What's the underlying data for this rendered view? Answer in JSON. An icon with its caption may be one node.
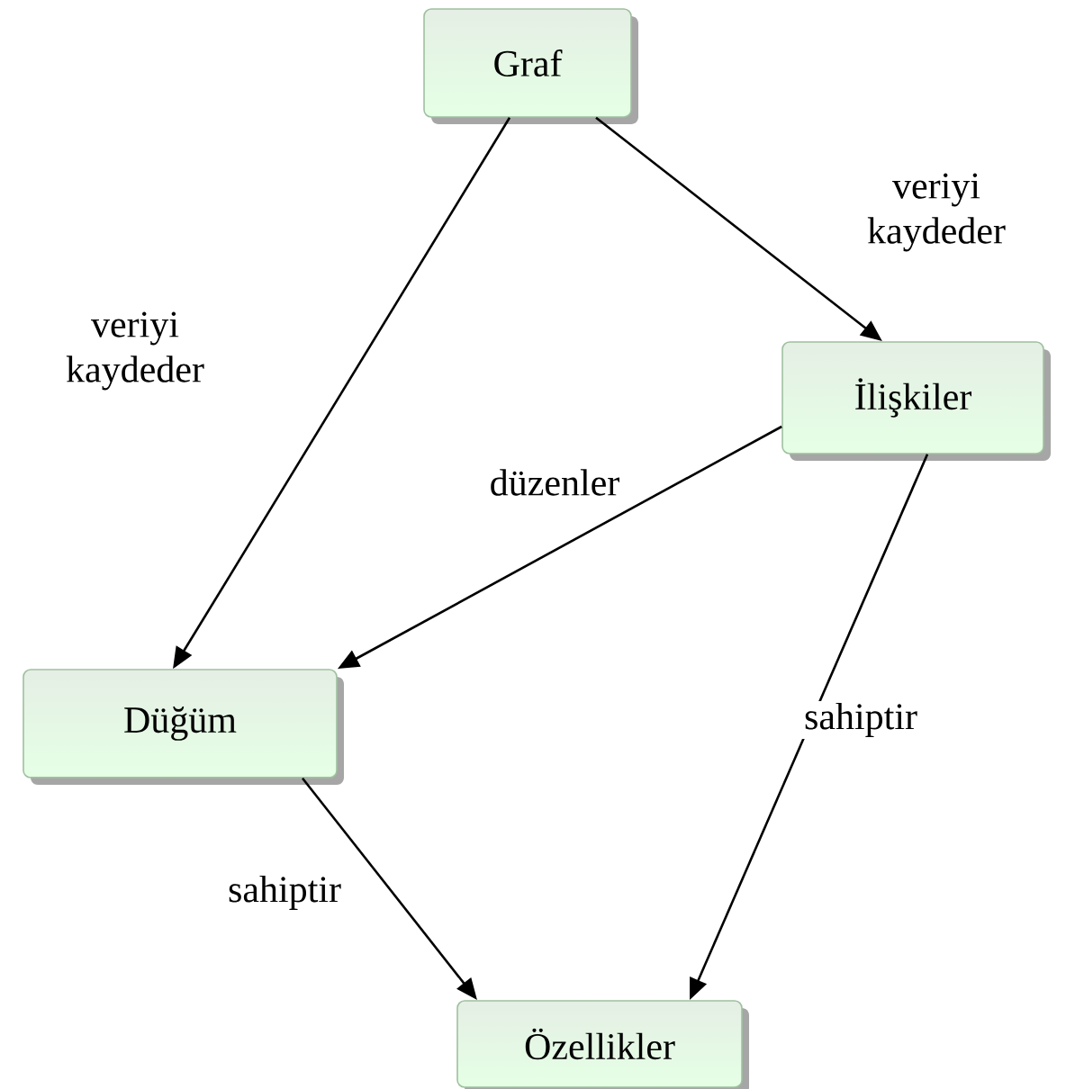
{
  "diagram": {
    "nodes": [
      {
        "text": [
          "Graf"
        ]
      },
      {
        "text": [
          "İlişkiler"
        ]
      },
      {
        "text": [
          "Düğüm"
        ]
      },
      {
        "text": [
          "Özellikler"
        ]
      }
    ],
    "edges": [
      {
        "from": 0,
        "to": 1,
        "arrow": "to",
        "label": "veriyi kaydeder"
      },
      {
        "from": 0,
        "to": 2,
        "arrow": "to",
        "label": "veriyi kaydeder"
      },
      {
        "from": 1,
        "to": 2,
        "arrow": "to",
        "label": "düzenler"
      },
      {
        "from": 1,
        "to": 3,
        "arrow": "to",
        "label": "sahiptir"
      },
      {
        "from": 2,
        "to": 3,
        "arrow": "to",
        "label": "sahiptir"
      }
    ]
  }
}
